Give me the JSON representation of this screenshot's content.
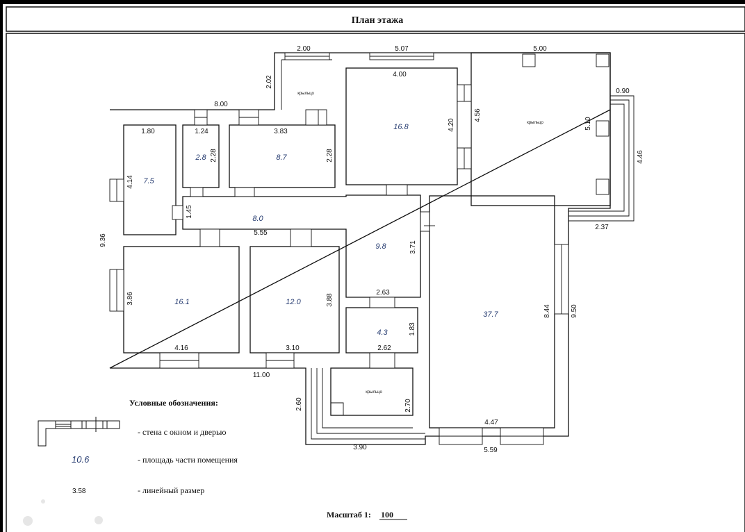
{
  "title": "План этажа",
  "rooms": [
    {
      "label": "7.5"
    },
    {
      "label": "2.8"
    },
    {
      "label": "8.7"
    },
    {
      "label": "16.8"
    },
    {
      "label": "8.0"
    },
    {
      "label": "9.8"
    },
    {
      "label": "16.1"
    },
    {
      "label": "12.0"
    },
    {
      "label": "4.3"
    },
    {
      "label": "37.7"
    }
  ],
  "porches": [
    "крыльцо",
    "крыльцо",
    "крыльцо"
  ],
  "dimensions": [
    "2.00",
    "5.07",
    "5.00",
    "2.02",
    "4.00",
    "0.90",
    "8.00",
    "1.80",
    "1.24",
    "3.83",
    "4.56",
    "4.20",
    "5.10",
    "4.46",
    "4.14",
    "2.28",
    "2.28",
    "1.45",
    "5.55",
    "3.71",
    "2.37",
    "9.36",
    "3.86",
    "3.88",
    "2.63",
    "8.44",
    "9.50",
    "1.83",
    "4.16",
    "3.10",
    "2.62",
    "11.00",
    "2.60",
    "2.70",
    "4.47",
    "3.90",
    "5.59"
  ],
  "legend": {
    "heading": "Условные обозначения:",
    "wall_desc": "- стена с окном и дверью",
    "area_sample": "10.6",
    "area_desc": "- площадь части помещения",
    "dim_sample": "3.58",
    "dim_desc": "- линейный размер"
  },
  "scale": {
    "label": "Масштаб 1:",
    "value": "100"
  }
}
